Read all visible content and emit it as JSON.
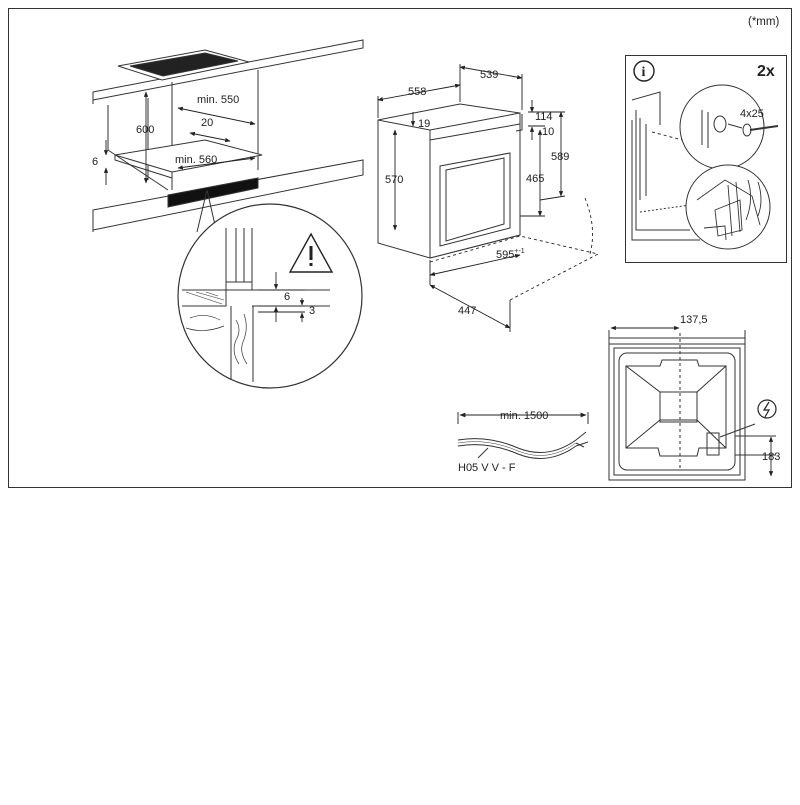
{
  "unit_note": "(*mm)",
  "cabinet": {
    "height": "600",
    "min_depth": "min. 550",
    "gap": "20",
    "min_width": "min. 560",
    "bottom": "6"
  },
  "detail": {
    "dim_6": "6",
    "dim_3": "3"
  },
  "oven": {
    "depth": "558",
    "front_depth": "539",
    "top_offset": "19",
    "top_1": "114",
    "top_2": "10",
    "height": "570",
    "cavity_height": "465",
    "total_height": "589",
    "width": "595",
    "width_tolerance": "+-1",
    "side_depth": "447"
  },
  "fixing": {
    "info_symbol": "i",
    "count": "2x",
    "screw": "4x25"
  },
  "rear": {
    "offset_x": "137,5",
    "offset_y": "183"
  },
  "cable": {
    "min_length": "min. 1500",
    "type": "H05 V V - F"
  }
}
